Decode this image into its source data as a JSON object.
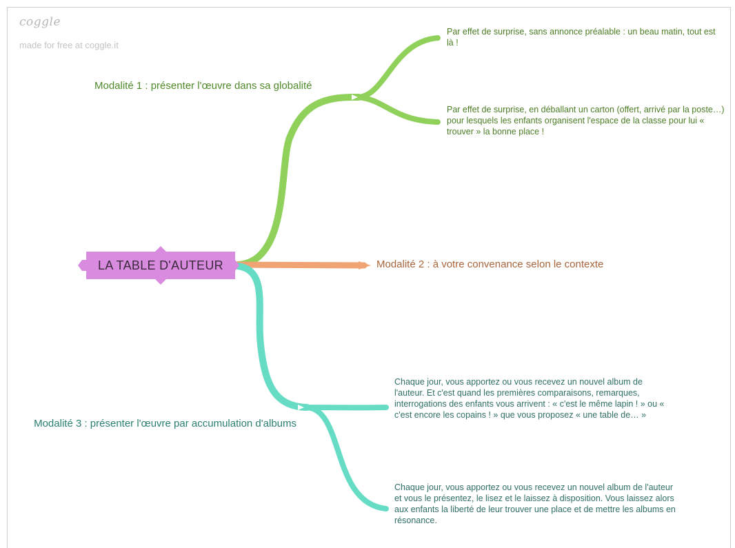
{
  "brand": {
    "logo": "coggle",
    "tagline": "made for free at coggle.it"
  },
  "root": {
    "label": "LA TABLE D'AUTEUR",
    "color": "#d98be0"
  },
  "branches": [
    {
      "label": "Modalité 1 : présenter l'œuvre dans sa globalité",
      "color": "#8fd15b",
      "children": [
        "Par effet de surprise, sans annonce préalable : un beau matin, tout est là !",
        "Par effet de surprise, en déballant un carton (offert, arrivé par la poste…) pour lesquels les enfants organisent l'espace de la classe pour lui « trouver » la bonne place !"
      ]
    },
    {
      "label": "Modalité 2 : à votre convenance selon le contexte",
      "color": "#f0a474",
      "children": []
    },
    {
      "label": "Modalité 3 : présenter l'œuvre par accumulation d'albums",
      "color": "#66dcc4",
      "children": [
        "Chaque jour, vous apportez ou vous recevez un nouvel album de l'auteur. Et c'est quand les premières comparaisons, remarques, interrogations des enfants vous arrivent : « c'est le même lapin ! » ou « c'est encore les copains ! » que vous proposez « une table de… »",
        "Chaque jour, vous apportez ou vous recevez un nouvel album de l'auteur et vous le présentez, le lisez et le laissez à disposition. Vous laissez alors aux enfants la liberté de leur trouver une place et de mettre les albums en résonance."
      ]
    }
  ]
}
